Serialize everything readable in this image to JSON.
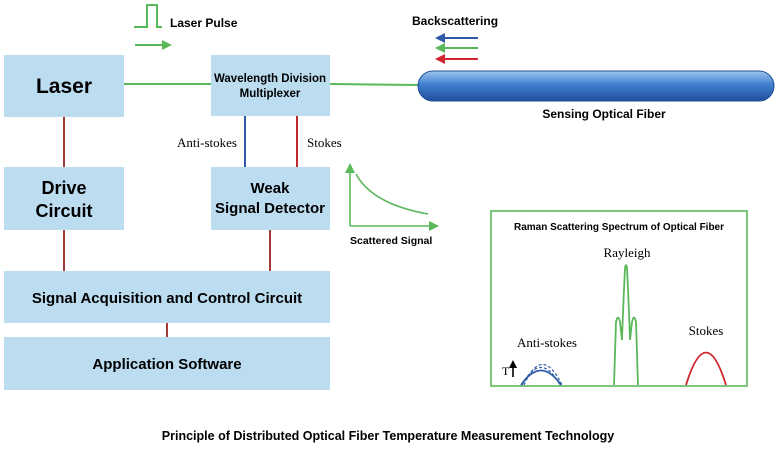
{
  "colors": {
    "box_fill": "#bcdcf0",
    "green": "#5bb85a",
    "red": "#c0282d",
    "blue": "#2e5aa8",
    "dark_red": "#a23b33",
    "fiber_blue": "#2f6fc0",
    "spectrum_border": "#5bb85a"
  },
  "blocks": {
    "laser": "Laser",
    "drive": [
      "Drive",
      "Circuit"
    ],
    "wdm": [
      "Wavelength Division",
      "Multiplexer"
    ],
    "detector": [
      "Weak",
      "Signal Detector"
    ],
    "acquisition": "Signal Acquisition and Control Circuit",
    "software": "Application Software"
  },
  "labels": {
    "laser_pulse": "Laser Pulse",
    "backscattering": "Backscattering",
    "sensing_fiber": "Sensing Optical Fiber",
    "anti_stokes": "Anti-stokes",
    "stokes": "Stokes",
    "scattered_signal": "Scattered Signal"
  },
  "spectrum": {
    "title": "Raman Scattering Spectrum of Optical Fiber",
    "rayleigh": "Rayleigh",
    "anti_stokes": "Anti-stokes",
    "stokes": "Stokes",
    "temp_symbol": "T"
  },
  "caption": "Principle of Distributed Optical Fiber Temperature Measurement Technology"
}
